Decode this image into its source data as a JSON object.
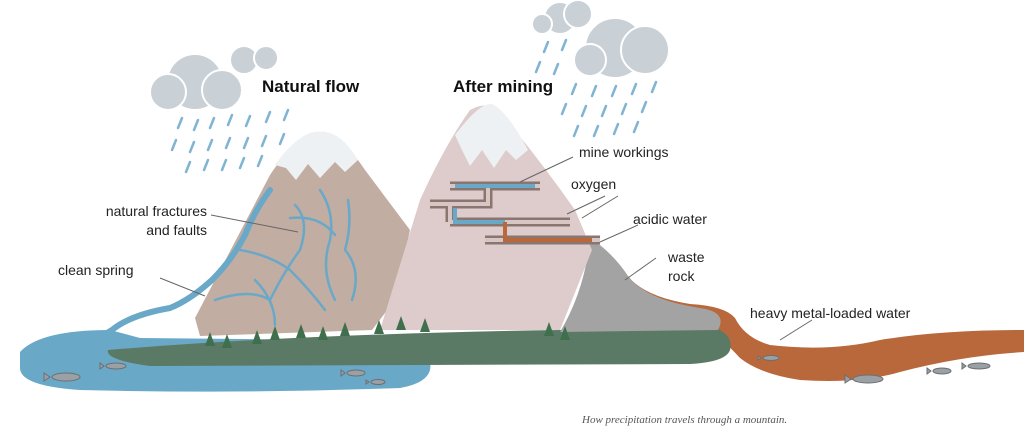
{
  "titles": {
    "natural": "Natural flow",
    "mining": "After mining"
  },
  "labels": {
    "fractures_line1": "natural fractures",
    "fractures_line2": "and faults",
    "spring": "clean spring",
    "workings": "mine workings",
    "oxygen": "oxygen",
    "acidic": "acidic water",
    "waste_line1": "waste",
    "waste_line2": "rock",
    "heavy": "heavy metal-loaded water"
  },
  "caption": "How precipitation travels through a mountain.",
  "colors": {
    "clean_water": "#6aa8c8",
    "polluted_water": "#b8683a",
    "natural_mountain": "#c2ada3",
    "mined_mountain": "#ddcccb",
    "snow": "#eef1f3",
    "ground": "#5a7a66",
    "waste_rock": "#a3a3a3",
    "cloud": "#c9d0d6",
    "rain": "#7fb4d3"
  }
}
